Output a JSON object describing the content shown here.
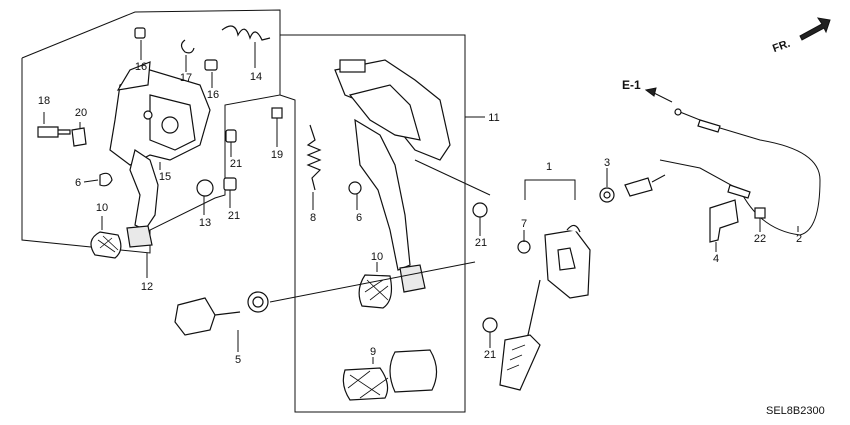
{
  "diagram": {
    "callouts": {
      "c1": "1",
      "c2": "2",
      "c3": "3",
      "c4": "4",
      "c5": "5",
      "c6a": "6",
      "c6b": "6",
      "c7": "7",
      "c8": "8",
      "c9": "9",
      "c10a": "10",
      "c10b": "10",
      "c11": "11",
      "c12": "12",
      "c13": "13",
      "c14": "14",
      "c15": "15",
      "c16a": "16",
      "c16b": "16",
      "c17": "17",
      "c18": "18",
      "c19": "19",
      "c20": "20",
      "c21a": "21",
      "c21b": "21",
      "c21c": "21",
      "c21d": "21",
      "c22": "22"
    },
    "direction_label": "FR.",
    "ref_label": "E-1",
    "drawing_code": "SEL8B2300"
  }
}
